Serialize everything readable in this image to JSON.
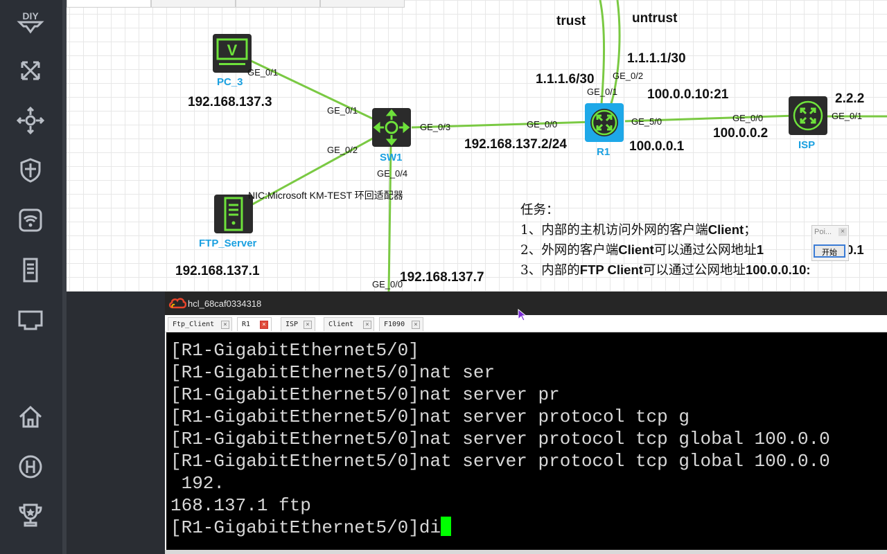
{
  "sidebar": {
    "items": [
      {
        "name": "diy-icon"
      },
      {
        "name": "devices-icon"
      },
      {
        "name": "move-icon"
      },
      {
        "name": "shield-icon"
      },
      {
        "name": "wireless-icon"
      },
      {
        "name": "server-icon"
      },
      {
        "name": "network-port-icon"
      },
      {
        "name": "home-icon"
      },
      {
        "name": "h3c-icon"
      },
      {
        "name": "trophy-icon"
      }
    ]
  },
  "topology": {
    "zones": {
      "trust": "trust",
      "untrust": "untrust"
    },
    "devices": {
      "pc3": "PC_3",
      "sw1": "SW1",
      "r1": "R1",
      "isp": "ISP",
      "ftp_server": "FTP_Server"
    },
    "ports": {
      "pc3_ge01": "GE_0/1",
      "sw1_ge01": "GE_0/1",
      "sw1_ge02": "GE_0/2",
      "sw1_ge03": "GE_0/3",
      "sw1_ge04": "GE_0/4",
      "r1_ge00": "GE_0/0",
      "r1_ge01": "GE_0/1",
      "r1_ge02": "GE_0/2",
      "r1_ge50": "GE_5/0",
      "isp_ge00": "GE_0/0",
      "isp_ge01": "GE_0/1",
      "bottom_ge00": "GE_0/0"
    },
    "ips": {
      "pc3": "192.168.137.3",
      "r1_ge00": "192.168.137.2/24",
      "r1_ge01": "1.1.1.6/30",
      "r1_ge02": "1.1.1.1/30",
      "server_map": "100.0.0.10:21",
      "r1_ge50": "100.0.0.1",
      "isp_ge00": "100.0.0.2",
      "isp_ge01": "2.2.2",
      "ftp_server": "192.168.137.1",
      "bottom": "192.168.137.7"
    },
    "nic_label": "NIC:Microsoft KM-TEST 环回适配器"
  },
  "task": {
    "title": "任务：",
    "lines": [
      {
        "pre": "1、内部的主机访问外网的客户端",
        "bold": "Client",
        "post": "；"
      },
      {
        "pre": "2、外网的客户端",
        "bold": "Client",
        "post": "可以通过公网地址",
        "bold2": "1"
      },
      {
        "pre": "3、内部的",
        "bold": "FTP Client",
        "post": "可以通过公网地址",
        "bold2": "100.0.0.10:"
      }
    ],
    "line2_tail": "0.1"
  },
  "popup": {
    "title": "Poi...",
    "start": "开始"
  },
  "terminal": {
    "title": "hcl_68caf0334318",
    "tabs": [
      "Ftp_Client",
      "R1",
      "ISP",
      "Client",
      "F1090"
    ],
    "active_tab": "R1",
    "lines": [
      "[R1-GigabitEthernet5/0]",
      "[R1-GigabitEthernet5/0]nat ser",
      "[R1-GigabitEthernet5/0]nat server pr",
      "[R1-GigabitEthernet5/0]nat server protocol tcp g",
      "[R1-GigabitEthernet5/0]nat server protocol tcp global 100.0.0",
      "[R1-GigabitEthernet5/0]nat server protocol tcp global 100.0.0",
      " 192.",
      "168.137.1 ftp"
    ],
    "prompt": "[R1-GigabitEthernet5/0]di"
  },
  "colors": {
    "link": "#7ac943",
    "device_bg": "#2b2b2b",
    "device_accent": "#6ee23b",
    "router_bg": "#1ea8e8",
    "label_blue": "#1aa0e0",
    "cursor": "#00ff00"
  }
}
